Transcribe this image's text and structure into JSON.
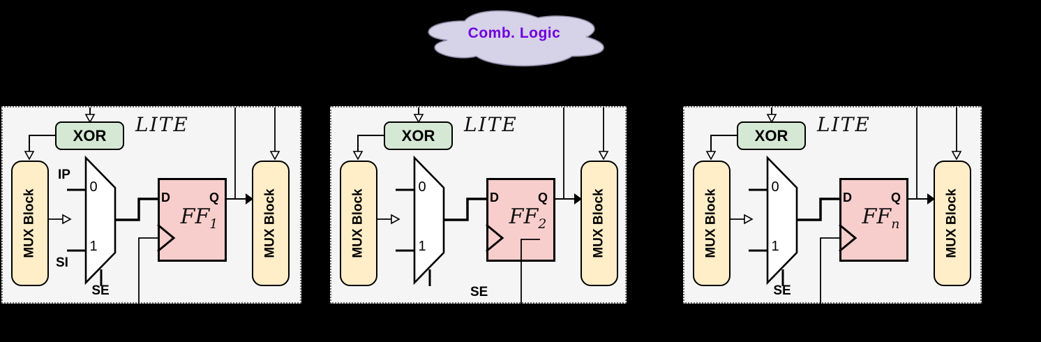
{
  "cloud": {
    "label": "Comb. Logic"
  },
  "blocks": [
    {
      "title": "LITE",
      "xor_label": "XOR",
      "mux_left_label": "MUX Block",
      "mux_right_label": "MUX Block",
      "mux_in0": "0",
      "mux_in1": "1",
      "input_label": "IP",
      "scan_in_label": "SI",
      "scan_enable_label": "SE",
      "ff_d": "D",
      "ff_q": "Q",
      "ff_name": "FF",
      "ff_subscript": "1"
    },
    {
      "title": "LITE",
      "xor_label": "XOR",
      "mux_left_label": "MUX Block",
      "mux_right_label": "MUX Block",
      "mux_in0": "0",
      "mux_in1": "1",
      "scan_enable_label": "SE",
      "ff_d": "D",
      "ff_q": "Q",
      "ff_name": "FF",
      "ff_subscript": "2"
    },
    {
      "title": "LITE",
      "xor_label": "XOR",
      "mux_left_label": "MUX Block",
      "mux_right_label": "MUX Block",
      "mux_in0": "0",
      "mux_in1": "1",
      "scan_enable_label": "SE",
      "ff_d": "D",
      "ff_q": "Q",
      "ff_name": "FF",
      "ff_subscript": "n"
    }
  ],
  "colors": {
    "background": "#000000",
    "block_background": "#f5f5f5",
    "xor_fill": "#d5e8d4",
    "mux_block_fill": "#ffeec8",
    "ff_fill": "#f8cecc",
    "cloud_fill": "#d6d2e7",
    "cloud_stroke": "#8f8aa5",
    "cloud_text": "#7000e0",
    "wire": "#000000"
  }
}
